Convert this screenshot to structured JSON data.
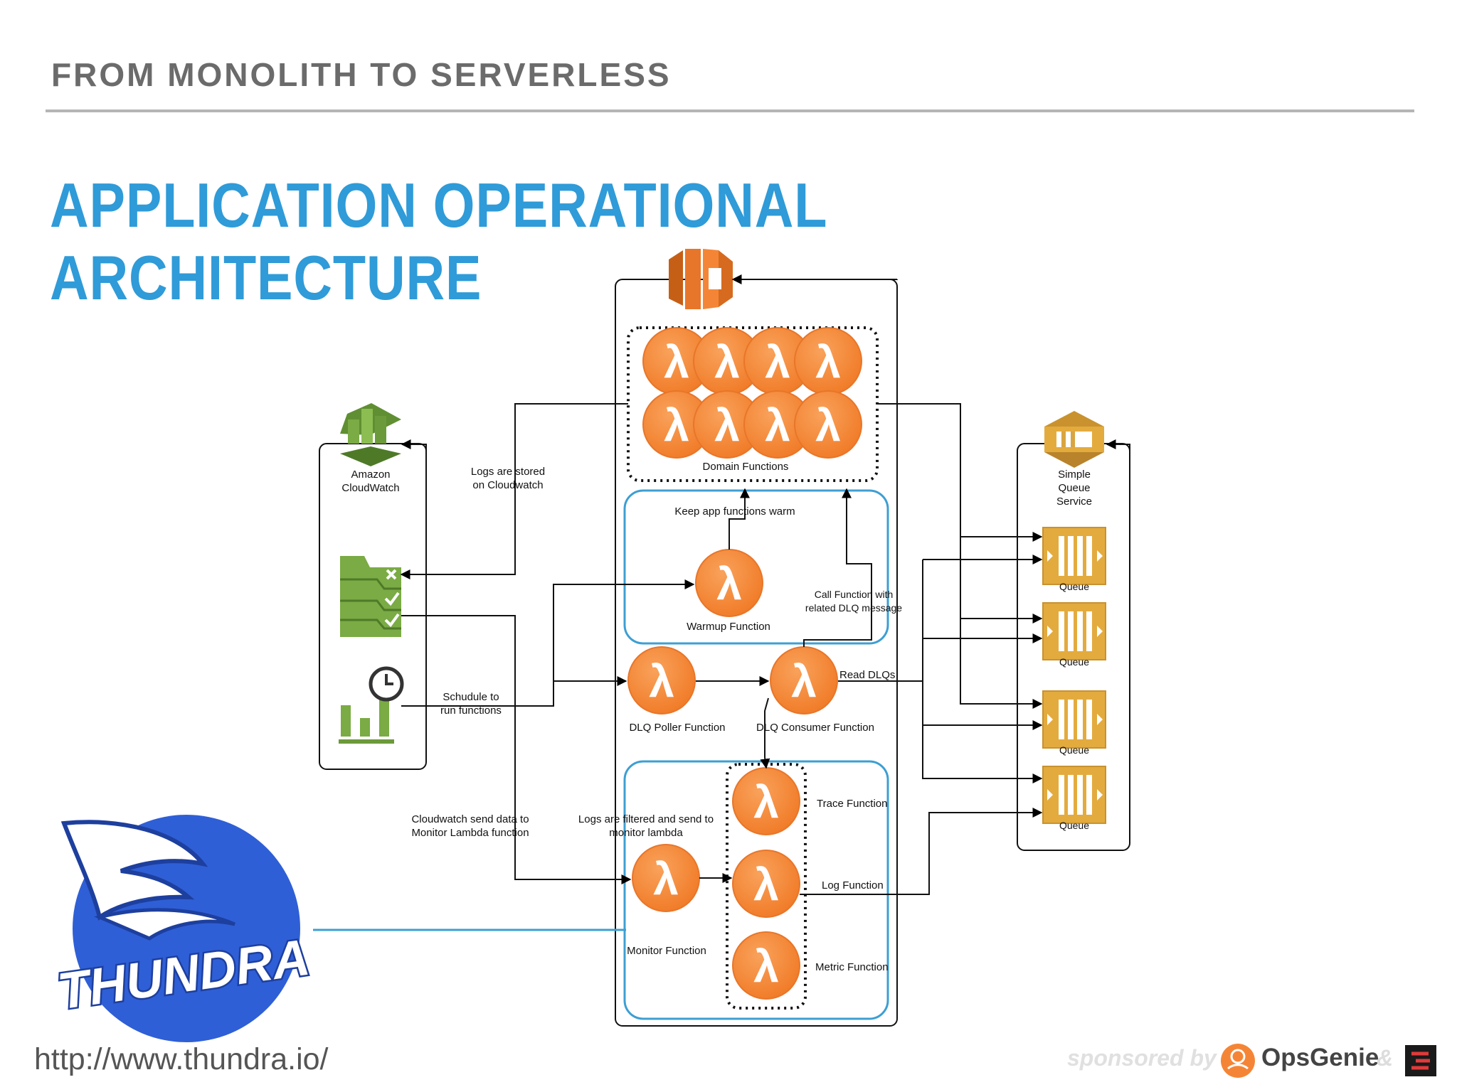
{
  "slide": {
    "header": "FROM MONOLITH TO SERVERLESS",
    "title": "APPLICATION OPERATIONAL ARCHITECTURE",
    "url": "http://www.thundra.io/",
    "sponsor_text": "sponsored by",
    "sponsor_name": "OpsGenie",
    "ampersand": "&"
  },
  "diagram": {
    "cloudwatch_label": [
      "Amazon",
      "CloudWatch"
    ],
    "sqs_label": [
      "Simple",
      "Queue",
      "Service"
    ],
    "queue_label": "Queue",
    "domain_functions": "Domain Functions",
    "keep_warm": "Keep app functions warm",
    "warmup_function": "Warmup Function",
    "call_function": [
      "Call Function with",
      "related DLQ message"
    ],
    "read_dlqs": "Read DLQs",
    "dlq_poller": "DLQ Poller Function",
    "dlq_consumer": "DLQ Consumer Function",
    "logs_stored": [
      "Logs are stored",
      "on Cloudwatch"
    ],
    "schedule": [
      "Schudule to",
      "run functions"
    ],
    "cw_send": [
      "Cloudwatch send  data to",
      "Monitor Lambda function"
    ],
    "logs_filtered": [
      "Logs are filtered and send to",
      "monitor lambda"
    ],
    "monitor_function": "Monitor Function",
    "trace_function": "Trace Function",
    "log_function": "Log Function",
    "metric_function": "Metric Function",
    "thundra_logo_text": "THUNDRA",
    "lambda_symbol": "λ"
  },
  "colors": {
    "title_blue": "#2f9bd8",
    "lambda_orange": "#f58536",
    "cloudwatch_green": "#6b9a3a",
    "sqs_gold": "#d9a441",
    "group_blue": "#3d9fd3",
    "thundra_blue": "#2f5fd6"
  }
}
